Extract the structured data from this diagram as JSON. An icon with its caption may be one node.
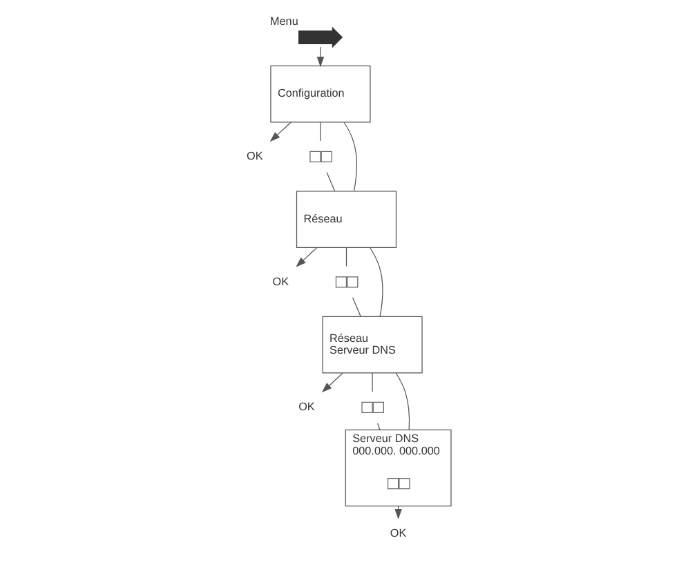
{
  "diagram": {
    "nodes": [
      {
        "text": [],
        "shape": "hand",
        "beside": [
          "Menu"
        ]
      },
      {
        "text": [
          "Configuration"
        ]
      },
      {
        "text": [
          "OK"
        ]
      },
      {
        "text": [],
        "shape": "buttons"
      },
      {
        "text": [
          "Réseau"
        ]
      },
      {
        "text": [
          "OK"
        ]
      },
      {
        "text": [],
        "shape": "buttons"
      },
      {
        "text": [
          "Réseau",
          "Serveur DNS"
        ]
      },
      {
        "text": [
          "OK"
        ]
      },
      {
        "text": [],
        "shape": "buttons"
      },
      {
        "text": [
          "Serveur DNS",
          "000.000. 000.000"
        ]
      },
      {
        "text": [
          "OK"
        ]
      },
      {
        "text": [],
        "shape": "buttons",
        "in": 10
      }
    ],
    "edges": [
      {
        "from": 0,
        "to": 1,
        "arrow": "to"
      },
      {
        "from": 1,
        "to": 2,
        "arrow": "to"
      },
      {
        "from": 1,
        "to": 4,
        "arrow": "none"
      },
      {
        "from": 1,
        "to": 3,
        "arrow": "none"
      },
      {
        "from": 3,
        "to": 4,
        "arrow": "none"
      },
      {
        "from": 4,
        "to": 5,
        "arrow": "to"
      },
      {
        "from": 4,
        "to": 7,
        "arrow": "none"
      },
      {
        "from": 4,
        "to": 6,
        "arrow": "none"
      },
      {
        "from": 6,
        "to": 7,
        "arrow": "none"
      },
      {
        "from": 7,
        "to": 8,
        "arrow": "to"
      },
      {
        "from": 7,
        "to": 10,
        "arrow": "none"
      },
      {
        "from": 7,
        "to": 9,
        "arrow": "none"
      },
      {
        "from": 9,
        "to": 10,
        "arrow": "none"
      },
      {
        "from": 10,
        "to": 11,
        "arrow": "to"
      }
    ]
  }
}
